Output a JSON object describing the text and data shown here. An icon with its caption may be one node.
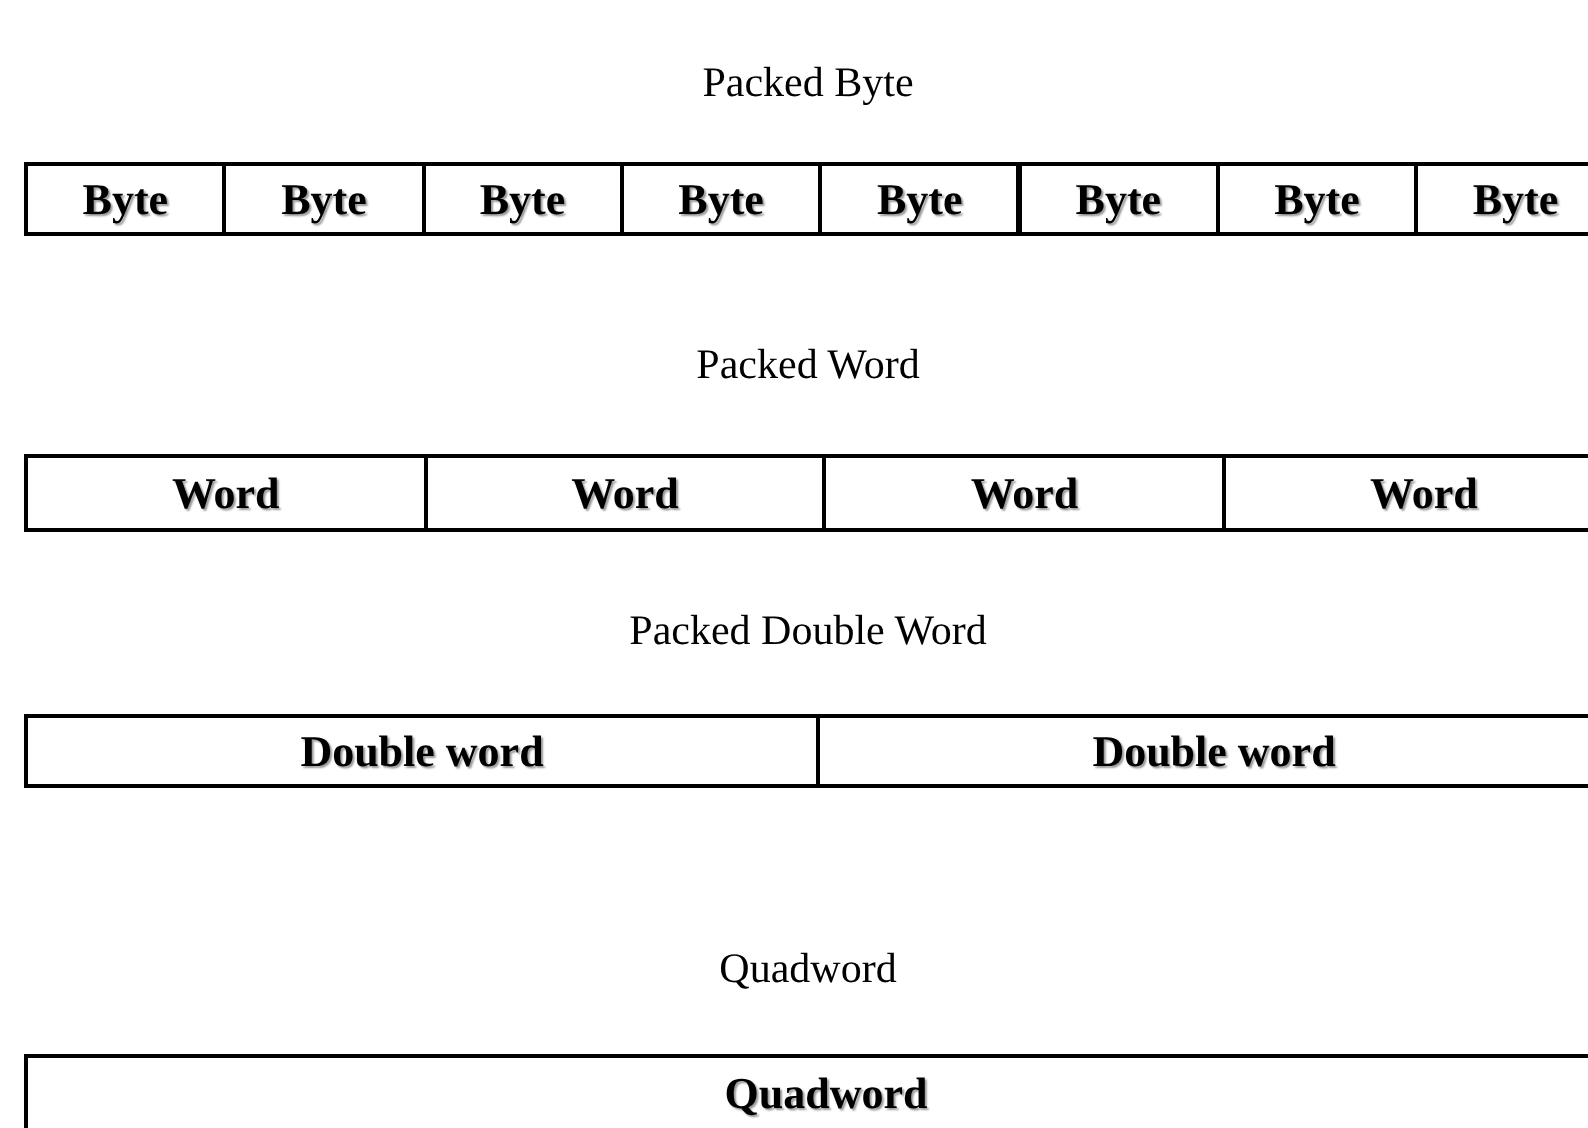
{
  "diagram": {
    "nodes": [
      {
        "text": [
          "Byte"
        ]
      },
      {
        "text": [
          "Byte"
        ]
      },
      {
        "text": [
          "Byte"
        ]
      },
      {
        "text": [
          "Byte"
        ]
      },
      {
        "text": [
          "Byte"
        ]
      },
      {
        "text": [
          "Byte"
        ]
      },
      {
        "text": [
          "Byte"
        ]
      },
      {
        "text": [
          "Byte"
        ]
      },
      {
        "text": [
          "Word"
        ]
      },
      {
        "text": [
          "Word"
        ]
      },
      {
        "text": [
          "Word"
        ]
      },
      {
        "text": [
          "Word"
        ]
      },
      {
        "text": [
          "Double word"
        ]
      },
      {
        "text": [
          "Double word"
        ]
      },
      {
        "text": [
          "Quadword"
        ]
      }
    ],
    "labels": [
      "Packed Byte",
      "Packed Word",
      "Packed Double Word",
      "Quadword"
    ]
  }
}
